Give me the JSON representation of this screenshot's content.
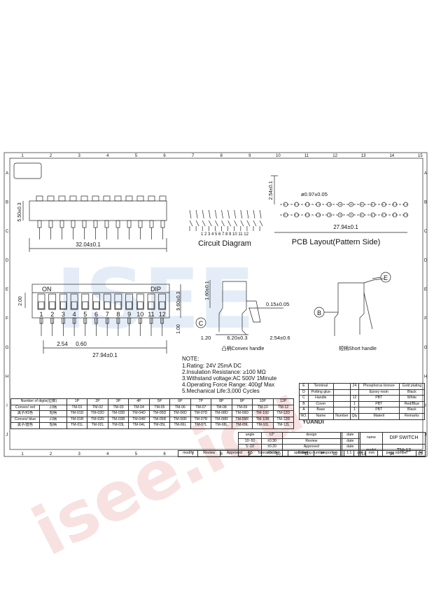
{
  "watermark": {
    "main": "ISEE",
    "bottom": "isee.icu",
    "color": "#f3c9c9",
    "color_blue": "#cfe0f2"
  },
  "frame": {
    "col_numbers": [
      "1",
      "2",
      "3",
      "4",
      "5",
      "6",
      "7",
      "8",
      "9",
      "10",
      "11",
      "12",
      "13",
      "14",
      "15"
    ],
    "row_letters": [
      "A",
      "B",
      "C",
      "D",
      "E",
      "F",
      "G",
      "H",
      "I",
      "J"
    ]
  },
  "top_view": {
    "width_dim": "32.04±0.1",
    "height_dim": "5.50±0.3"
  },
  "circuit": {
    "title": "Circuit Diagram",
    "pins": "1 2 3 4 5 6 7 8 9 10 11 12"
  },
  "pcb": {
    "title": "PCB Layout(Pattern Side)",
    "hole_dim": "ø0.97±0.05",
    "pitch_dim": "2.54±0.1",
    "row_dim": "27.94±0.1"
  },
  "front_view": {
    "on_label": "ON",
    "dip_label": "DIP",
    "numbers": [
      "1",
      "2",
      "3",
      "4",
      "5",
      "6",
      "7",
      "8",
      "9",
      "10",
      "11",
      "12"
    ],
    "dims": {
      "left": "2.00",
      "right": "9.60±0.3",
      "bottom_right": "1.00",
      "pitch": "2.54",
      "width": "0.60",
      "span": "27.94±0.1"
    }
  },
  "side_c": {
    "letter": "C",
    "dims": {
      "top": "1.60±0.1",
      "tip": "0.15±0.05",
      "left": "1.20",
      "mid": "6.20±0.3",
      "right": "2.54±0.6"
    },
    "caption": "凸柄Convex handle"
  },
  "side_b": {
    "letters": [
      "E",
      "B"
    ],
    "caption": "短柄Short handle"
  },
  "notes": {
    "title": "NOTE:",
    "lines": [
      "1.Rating: 24V 25mA DC",
      "2.Insulation Resistance: ≥100 MΩ",
      "3.Withstand voltage:AC 500V 1Minute",
      "4.Operating Force Range: 400gf Max",
      "5.Mechanical Life:3,000 Cycles"
    ]
  },
  "digits_table": {
    "header": [
      "Number of digits(位数)",
      "1P",
      "2P",
      "3P",
      "4P",
      "5P",
      "6P",
      "7P",
      "8P",
      "9P",
      "10P",
      "12P"
    ],
    "rows": [
      {
        "group": "Convex/ red",
        "kind": "凸柄",
        "cells": [
          "TM-01",
          "TM-02",
          "TM-03",
          "TM-04",
          "TM-05",
          "TM-06",
          "TM-07",
          "TM-08",
          "TM-09",
          "TM-10",
          "TM-12"
        ]
      },
      {
        "group": "黑子/红色",
        "kind": "短柄",
        "cells": [
          "TM-01D",
          "TM-02D",
          "TM-03D",
          "TM-04D",
          "TM-05D",
          "TM-06D",
          "TM-07D",
          "TM-08D",
          "TM-09D",
          "TM-10D",
          "TM-12D"
        ]
      },
      {
        "group": "Convex/ blue",
        "kind": "凸柄",
        "cells": [
          "TM-01R",
          "TM-02R",
          "TM-03R",
          "TM-04R",
          "TM-05R",
          "TM-06R",
          "TM-07R",
          "TM-08R",
          "TM-09R",
          "TM-10R",
          "TM-12R"
        ]
      },
      {
        "group": "黑子/蓝色",
        "kind": "短柄",
        "cells": [
          "TM-01L",
          "TM-02L",
          "TM-03L",
          "TM-04L",
          "TM-05L",
          "TM-06L",
          "TM-07L",
          "TM-08L",
          "TM-09L",
          "TM-10L",
          "TM-12L"
        ]
      }
    ]
  },
  "bom": {
    "rows": [
      {
        "no": "E",
        "name": "Terminal",
        "number": "",
        "qty": "24",
        "material": "Phosphorus bronze",
        "remarks": "Gold plating"
      },
      {
        "no": "D",
        "name": "Potting glue",
        "number": "",
        "qty": "",
        "material": "Epoxy resin",
        "remarks": "Black"
      },
      {
        "no": "C",
        "name": "Handle",
        "number": "",
        "qty": "12",
        "material": "PBT",
        "remarks": "White"
      },
      {
        "no": "B",
        "name": "Cover",
        "number": "",
        "qty": "1",
        "material": "PBT",
        "remarks": "Red/Blue"
      },
      {
        "no": "A",
        "name": "Base",
        "number": "",
        "qty": "1",
        "material": "PBT",
        "remarks": "Black"
      }
    ],
    "header": {
      "no": "NO.",
      "name": "Name",
      "number": "Number",
      "qty": "Qty",
      "material": "Materil",
      "remarks": "Remarks"
    }
  },
  "logo": {
    "text": "YUANDI"
  },
  "title_block": {
    "tolerances": [
      [
        "angle",
        "±2°"
      ],
      [
        "10~50",
        "±0.30"
      ],
      [
        "5~10",
        "±0.20"
      ],
      [
        "< 5",
        "±0.10"
      ]
    ],
    "signs": [
      "design",
      "Review",
      "Approved",
      "Drawing number"
    ],
    "date_label": "date",
    "name_label": "name",
    "name_value": "DIP SWITCH",
    "model_label": "model",
    "model_value": "TM-12",
    "footer": [
      "modify",
      "Review",
      "Approved",
      "Tolerance not",
      "specified",
      "proportion",
      "1:1",
      "unit",
      "mm",
      "page number",
      "A4"
    ]
  }
}
